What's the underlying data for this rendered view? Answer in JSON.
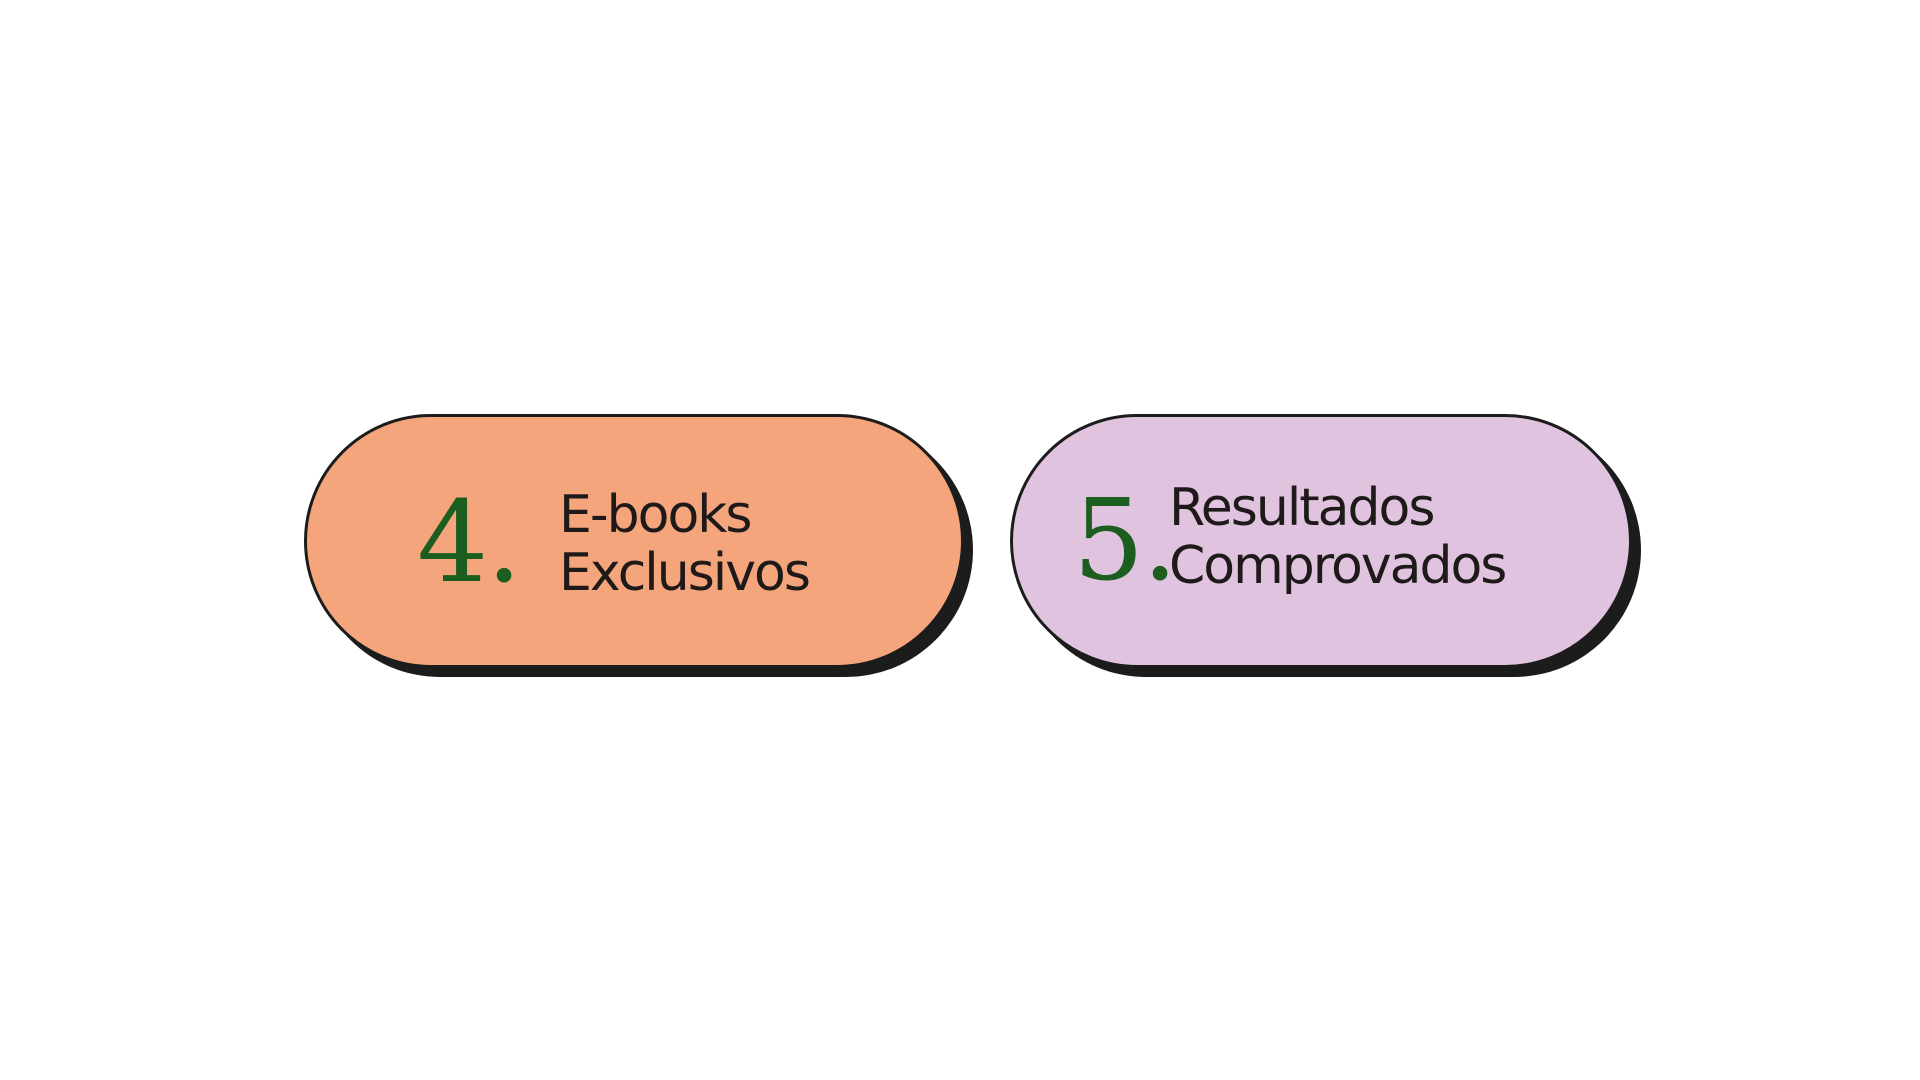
{
  "colors": {
    "number_text": "#1b5e1f",
    "label_text": "#1f1a1a",
    "outline": "#1c1c1c",
    "background": "#ffffff"
  },
  "cards": [
    {
      "number": "4.",
      "line1": "E-books",
      "line2": "Exclusivos",
      "color": "#f5a57c"
    },
    {
      "number": "5.",
      "line1": "Resultados",
      "line2": "Comprovados",
      "color": "#e0c4df"
    }
  ]
}
